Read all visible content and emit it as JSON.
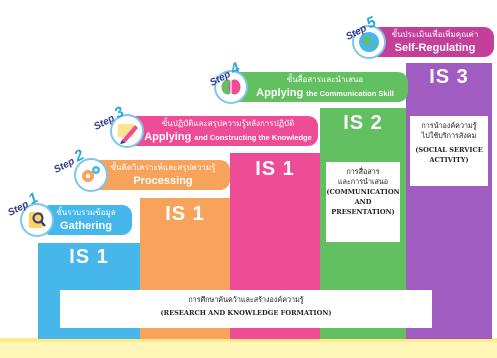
{
  "steps": [
    {
      "word": "Step",
      "num": "1",
      "thai": "ขั้นรวบรวมข้อมูล",
      "english": "Gathering",
      "english_sub": "",
      "level": "IS 1"
    },
    {
      "word": "Step",
      "num": "2",
      "thai": "ขั้นคิดวิเคราะห์และสรุปความรู้",
      "english": "Processing",
      "english_sub": "",
      "level": "IS 1"
    },
    {
      "word": "Step",
      "num": "3",
      "thai": "ขั้นปฏิบัติและสรุปความรู้หลังการปฏิบัติ",
      "english": "Applying",
      "english_sub": "and Constructing the Knowledge",
      "level": "IS 1"
    },
    {
      "word": "Step",
      "num": "4",
      "thai": "ขั้นสื่อสารและนำเสนอ",
      "english": "Applying",
      "english_sub": "the Communication Skill",
      "level": "IS 2"
    },
    {
      "word": "Step",
      "num": "5",
      "thai": "ขั้นประเมินเพื่อเพิ่มคุณค่า",
      "english": "Self-Regulating",
      "english_sub": "",
      "level": "IS 3"
    }
  ],
  "boxes": {
    "is1": {
      "thai": "การศึกษาค้นคว้าและสร้างองค์ความรู้",
      "english": "(RESEARCH AND KNOWLEDGE FORMATION)"
    },
    "is2": {
      "thai_1": "การสื่อสาร",
      "thai_2": "และการนำเสนอ",
      "english_1": "(COMMUNICATION",
      "english_2": "AND",
      "english_3": "PRESENTATION)"
    },
    "is3": {
      "thai_1": "การนำองค์ความรู้",
      "thai_2": "ไปใช้บริการสังคม",
      "english_1": "(SOCIAL SERVICE",
      "english_2": "ACTIVITY)"
    }
  },
  "colors": {
    "step1": "#45b7ea",
    "step2": "#f7a35c",
    "step3": "#ee4c97",
    "step4": "#62c060",
    "step5": "#a05cc0",
    "step5_banner": "#c43f9a"
  }
}
